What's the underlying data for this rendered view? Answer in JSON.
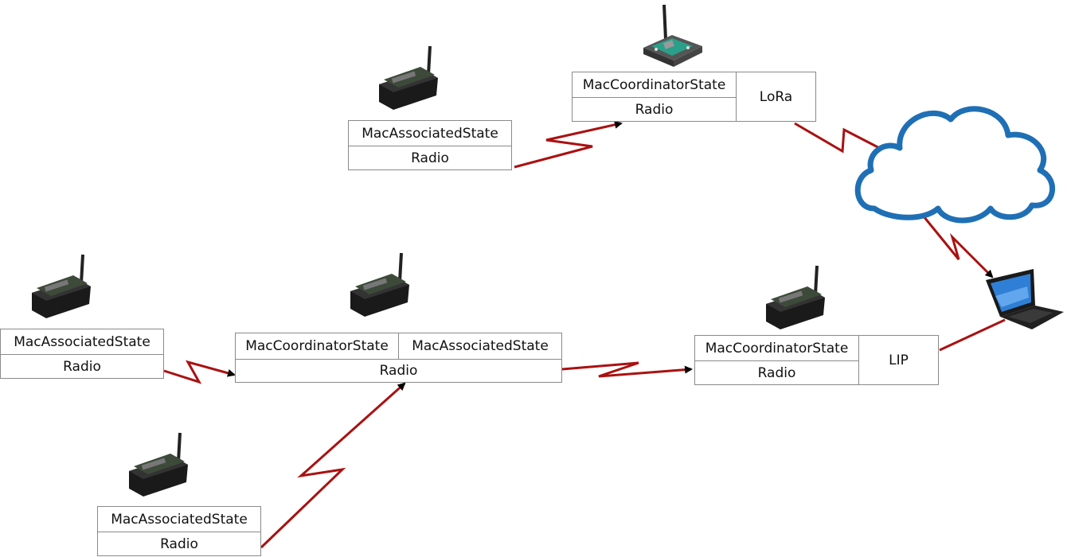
{
  "labels": {
    "mac_associated": "MacAssociatedState",
    "mac_coordinator": "MacCoordinatorState",
    "radio": "Radio",
    "lora": "LoRa",
    "lip": "LIP"
  },
  "icons": {
    "sensor_node": "sensor-node-icon",
    "gateway_board": "gateway-board-icon",
    "cloud": "cloud-icon",
    "laptop": "laptop-icon"
  },
  "colors": {
    "link": "#aa1111",
    "cloud": "#1f6fb5",
    "border": "#8a8a8a"
  }
}
